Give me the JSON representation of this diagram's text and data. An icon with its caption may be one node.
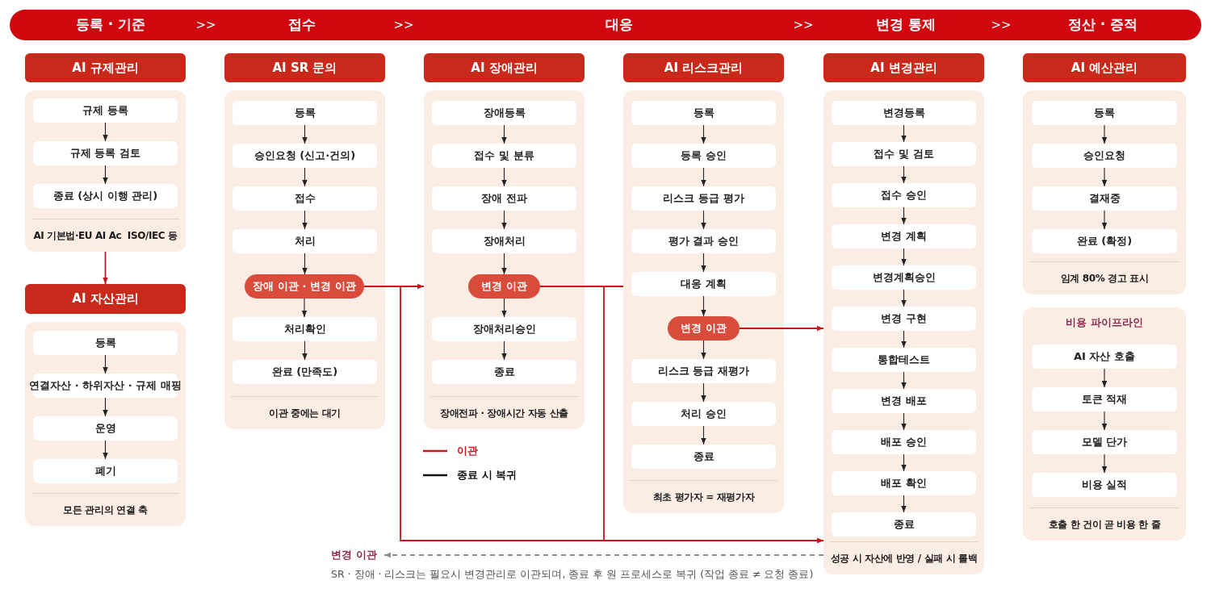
{
  "diagram": {
    "nodes": [
      {
        "text": [
          "등록 · 기준",
          "접수",
          "대응",
          "변경 통제",
          "정산 · 증적"
        ]
      },
      {
        "text": [
          "AI 규제관리"
        ]
      },
      {
        "text": [
          "AI 기본법·EU AI Ac  ISO/IEC 등"
        ]
      },
      {
        "text": [
          "규제 등록"
        ],
        "in": 2
      },
      {
        "text": [
          "규제 등록 검토"
        ],
        "in": 2
      },
      {
        "text": [
          "종료 (상시 이행 관리)"
        ],
        "in": 2
      },
      {
        "text": [
          "AI 자산관리"
        ]
      },
      {
        "text": [
          "모든 관리의 연결 축"
        ]
      },
      {
        "text": [
          "등록"
        ],
        "in": 7
      },
      {
        "text": [
          "연결자산 · 하위자산 · 규제 매핑"
        ],
        "in": 7
      },
      {
        "text": [
          "운영"
        ],
        "in": 7
      },
      {
        "text": [
          "폐기"
        ],
        "in": 7
      },
      {
        "text": [
          "AI SR 문의"
        ]
      },
      {
        "text": [
          "이관 중에는 대기"
        ]
      },
      {
        "text": [
          "등록"
        ],
        "in": 13
      },
      {
        "text": [
          "승인요청 (신고·건의)"
        ],
        "in": 13
      },
      {
        "text": [
          "접수"
        ],
        "in": 13
      },
      {
        "text": [
          "처리"
        ],
        "in": 13
      },
      {
        "text": [
          "장애 이관 · 변경 이관"
        ],
        "in": 13
      },
      {
        "text": [
          "처리확인"
        ],
        "in": 13
      },
      {
        "text": [
          "완료 (만족도)"
        ],
        "in": 13
      },
      {
        "text": [
          "AI 장애관리"
        ]
      },
      {
        "text": [
          "장애전파 · 장애시간 자동 산출"
        ]
      },
      {
        "text": [
          "장애등록"
        ],
        "in": 22
      },
      {
        "text": [
          "접수 및 분류"
        ],
        "in": 22
      },
      {
        "text": [
          "장애 전파"
        ],
        "in": 22
      },
      {
        "text": [
          "장애처리"
        ],
        "in": 22
      },
      {
        "text": [
          "변경 이관"
        ],
        "in": 22
      },
      {
        "text": [
          "장애처리승인"
        ],
        "in": 22
      },
      {
        "text": [
          "종료"
        ],
        "in": 22
      },
      {
        "text": [
          "AI 리스크관리"
        ]
      },
      {
        "text": [
          "최초 평가자 = 재평가자"
        ]
      },
      {
        "text": [
          "등록"
        ],
        "in": 31
      },
      {
        "text": [
          "등록 승인"
        ],
        "in": 31
      },
      {
        "text": [
          "리스크 등급 평가"
        ],
        "in": 31
      },
      {
        "text": [
          "평가 결과 승인"
        ],
        "in": 31
      },
      {
        "text": [
          "대응 계획"
        ],
        "in": 31
      },
      {
        "text": [
          "변경 이관"
        ],
        "in": 31
      },
      {
        "text": [
          "리스크 등급 재평가"
        ],
        "in": 31
      },
      {
        "text": [
          "처리 승인"
        ],
        "in": 31
      },
      {
        "text": [
          "종료"
        ],
        "in": 31
      },
      {
        "text": [
          "AI 변경관리"
        ]
      },
      {
        "text": [
          "성공 시 자산에 반영 / 실패 시 롤백"
        ]
      },
      {
        "text": [
          "변경등록"
        ],
        "in": 42
      },
      {
        "text": [
          "접수 및 검토"
        ],
        "in": 42
      },
      {
        "text": [
          "접수 승인"
        ],
        "in": 42
      },
      {
        "text": [
          "변경 계획"
        ],
        "in": 42
      },
      {
        "text": [
          "변경계획승인"
        ],
        "in": 42
      },
      {
        "text": [
          "변경 구현"
        ],
        "in": 42
      },
      {
        "text": [
          "통합테스트"
        ],
        "in": 42
      },
      {
        "text": [
          "변경 배포"
        ],
        "in": 42
      },
      {
        "text": [
          "배포 승인"
        ],
        "in": 42
      },
      {
        "text": [
          "배포 확인"
        ],
        "in": 42
      },
      {
        "text": [
          "종료"
        ],
        "in": 42
      },
      {
        "text": [
          "AI 예산관리"
        ]
      },
      {
        "text": [
          "임계 80% 경고 표시"
        ]
      },
      {
        "text": [
          "등록"
        ],
        "in": 55
      },
      {
        "text": [
          "승인요청"
        ],
        "in": 55
      },
      {
        "text": [
          "결재중"
        ],
        "in": 55
      },
      {
        "text": [
          "완료 (확정)"
        ],
        "in": 55
      },
      {
        "text": [
          "비용 파이프라인",
          "호출 한 건이 곧 비용 한 줄"
        ]
      },
      {
        "text": [
          "AI 자산 호출"
        ],
        "in": 60
      },
      {
        "text": [
          "토큰 적재"
        ],
        "in": 60
      },
      {
        "text": [
          "모델 단가"
        ],
        "in": 60
      },
      {
        "text": [
          "비용 실적"
        ],
        "in": 60
      },
      {
        "text": [
          "변경 이관"
        ]
      }
    ],
    "edges": [
      {
        "from": 3,
        "to": 4,
        "arrow": "to"
      },
      {
        "from": 4,
        "to": 5,
        "arrow": "to"
      },
      {
        "from": 2,
        "to": 6,
        "arrow": "to",
        "color": "#c8161d"
      },
      {
        "from": 8,
        "to": 9,
        "arrow": "to"
      },
      {
        "from": 9,
        "to": 10,
        "arrow": "to"
      },
      {
        "from": 10,
        "to": 11,
        "arrow": "to"
      },
      {
        "from": 14,
        "to": 15,
        "arrow": "to"
      },
      {
        "from": 15,
        "to": 16,
        "arrow": "to"
      },
      {
        "from": 16,
        "to": 17,
        "arrow": "to"
      },
      {
        "from": 17,
        "to": 18,
        "arrow": "to"
      },
      {
        "from": 18,
        "to": 19,
        "arrow": "to"
      },
      {
        "from": 19,
        "to": 20,
        "arrow": "to"
      },
      {
        "from": 18,
        "to": 22,
        "arrow": "to",
        "color": "#c8161d"
      },
      {
        "from": 18,
        "to": 42,
        "arrow": "to",
        "color": "#c8161d"
      },
      {
        "from": 23,
        "to": 24,
        "arrow": "to"
      },
      {
        "from": 24,
        "to": 25,
        "arrow": "to"
      },
      {
        "from": 25,
        "to": 26,
        "arrow": "to"
      },
      {
        "from": 26,
        "to": 27,
        "arrow": "to"
      },
      {
        "from": 27,
        "to": 28,
        "arrow": "to"
      },
      {
        "from": 28,
        "to": 29,
        "arrow": "to"
      },
      {
        "from": 27,
        "to": 31,
        "arrow": "none",
        "color": "#c8161d"
      },
      {
        "from": 27,
        "to": 42,
        "arrow": "to",
        "color": "#c8161d"
      },
      {
        "from": 32,
        "to": 33,
        "arrow": "to"
      },
      {
        "from": 33,
        "to": 34,
        "arrow": "to"
      },
      {
        "from": 34,
        "to": 35,
        "arrow": "to"
      },
      {
        "from": 35,
        "to": 36,
        "arrow": "to"
      },
      {
        "from": 36,
        "to": 37,
        "arrow": "to"
      },
      {
        "from": 37,
        "to": 38,
        "arrow": "to"
      },
      {
        "from": 38,
        "to": 39,
        "arrow": "to"
      },
      {
        "from": 39,
        "to": 40,
        "arrow": "to"
      },
      {
        "from": 37,
        "to": 42,
        "arrow": "to",
        "color": "#c8161d"
      },
      {
        "from": 43,
        "to": 44,
        "arrow": "to"
      },
      {
        "from": 44,
        "to": 45,
        "arrow": "to"
      },
      {
        "from": 45,
        "to": 46,
        "arrow": "to"
      },
      {
        "from": 46,
        "to": 47,
        "arrow": "to"
      },
      {
        "from": 47,
        "to": 48,
        "arrow": "to"
      },
      {
        "from": 48,
        "to": 49,
        "arrow": "to"
      },
      {
        "from": 49,
        "to": 50,
        "arrow": "to"
      },
      {
        "from": 50,
        "to": 51,
        "arrow": "to"
      },
      {
        "from": 51,
        "to": 52,
        "arrow": "to"
      },
      {
        "from": 52,
        "to": 53,
        "arrow": "to"
      },
      {
        "from": 42,
        "to": 65,
        "arrow": "to",
        "style": "dashed",
        "color": "#8c8c8c"
      },
      {
        "from": 56,
        "to": 57,
        "arrow": "to"
      },
      {
        "from": 57,
        "to": 58,
        "arrow": "to"
      },
      {
        "from": 58,
        "to": 59,
        "arrow": "to"
      },
      {
        "from": 61,
        "to": 62,
        "arrow": "to"
      },
      {
        "from": 62,
        "to": 63,
        "arrow": "to"
      },
      {
        "from": 63,
        "to": 64,
        "arrow": "to"
      }
    ],
    "labels": [
      ">>",
      ">>",
      ">>",
      ">>",
      "SR · 장애 · 리스크는 필요시 변경관리로 이관되며, 종료 후 원 프로세스로 복귀 (작업 종료 ≠ 요청 종료)"
    ],
    "legend": [
      {
        "text": "이관"
      },
      {
        "text": "종료 시 복귀"
      }
    ]
  }
}
